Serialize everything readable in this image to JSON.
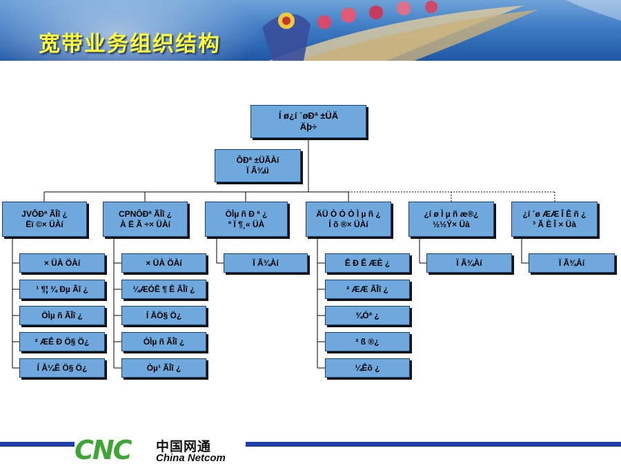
{
  "header": {
    "title": "宽带业务组织结构"
  },
  "chart": {
    "root": "Í ø¿í ´øÐª ±ÜÄ\nÄþ÷",
    "sub_root": "ÔÐª ±ÜÃÀí\nÏ Ã¾ü",
    "departments": [
      {
        "label": "JVÔÐª ÃÎî ¿\nËï ©× ÜÀí",
        "children": [
          "× ÜÀ ÖÀí",
          "¹ ¶¦ ¾ Ðµ Ãî ¿",
          "ÒÌµ ñ ÃÎî ¿",
          "² ÆÊ Ð Ö§ Ö¿",
          "Í Å¼Ê Ö§ Ö¿"
        ]
      },
      {
        "label": "CPNÔÐª ÃÎî ¿\nÀ Ë Ã ÷× ÜÀí",
        "children": [
          "× ÜÀ ÖÀí",
          "¼ÆÓÊ ¶ Ê ÃÎî ¿",
          "Í ÅÖ§ Ö¿",
          "ÒÌµ ñ ÃÎî ¿",
          "Òµ¹ ÃÎî ¿"
        ]
      },
      {
        "label": "ÒÌµ ñ Ð ª ¿\nº Ï ¶¸« ÜÀ",
        "children": [
          "Ï Ã¾Àí"
        ]
      },
      {
        "label": "ÄÜ Ò Ó Ò Ì µ ñ ¿\nÍ õ ®× ÜÀí",
        "children": [
          "Ê Ð Ê ÆÈ ¿",
          "² ÆÆ ÃÎî ¿",
          "¾Óª ¿",
          "² ß ®¿",
          "¼Êõ ¿"
        ]
      },
      {
        "label": "¿í ø Ì µ ñ æ®¿\n½½Ý× Üà",
        "children": [
          "Ï Ã¾Àí"
        ]
      },
      {
        "label": "¿í ´ø ÆÆ Î Ê ñ ¿\n³ Ã È Î × Üà",
        "children": [
          "Ï Ã¾Àí"
        ]
      }
    ]
  },
  "footer": {
    "logo_cnc": "CNC",
    "logo_cn": "中国网通",
    "logo_en": "China Netcom"
  },
  "colors": {
    "box_fill": "#6fa8dc",
    "box_border": "#1a3f73",
    "title": "#ffff33",
    "logo_green": "#3fa535",
    "rule": "#1f3fae"
  }
}
